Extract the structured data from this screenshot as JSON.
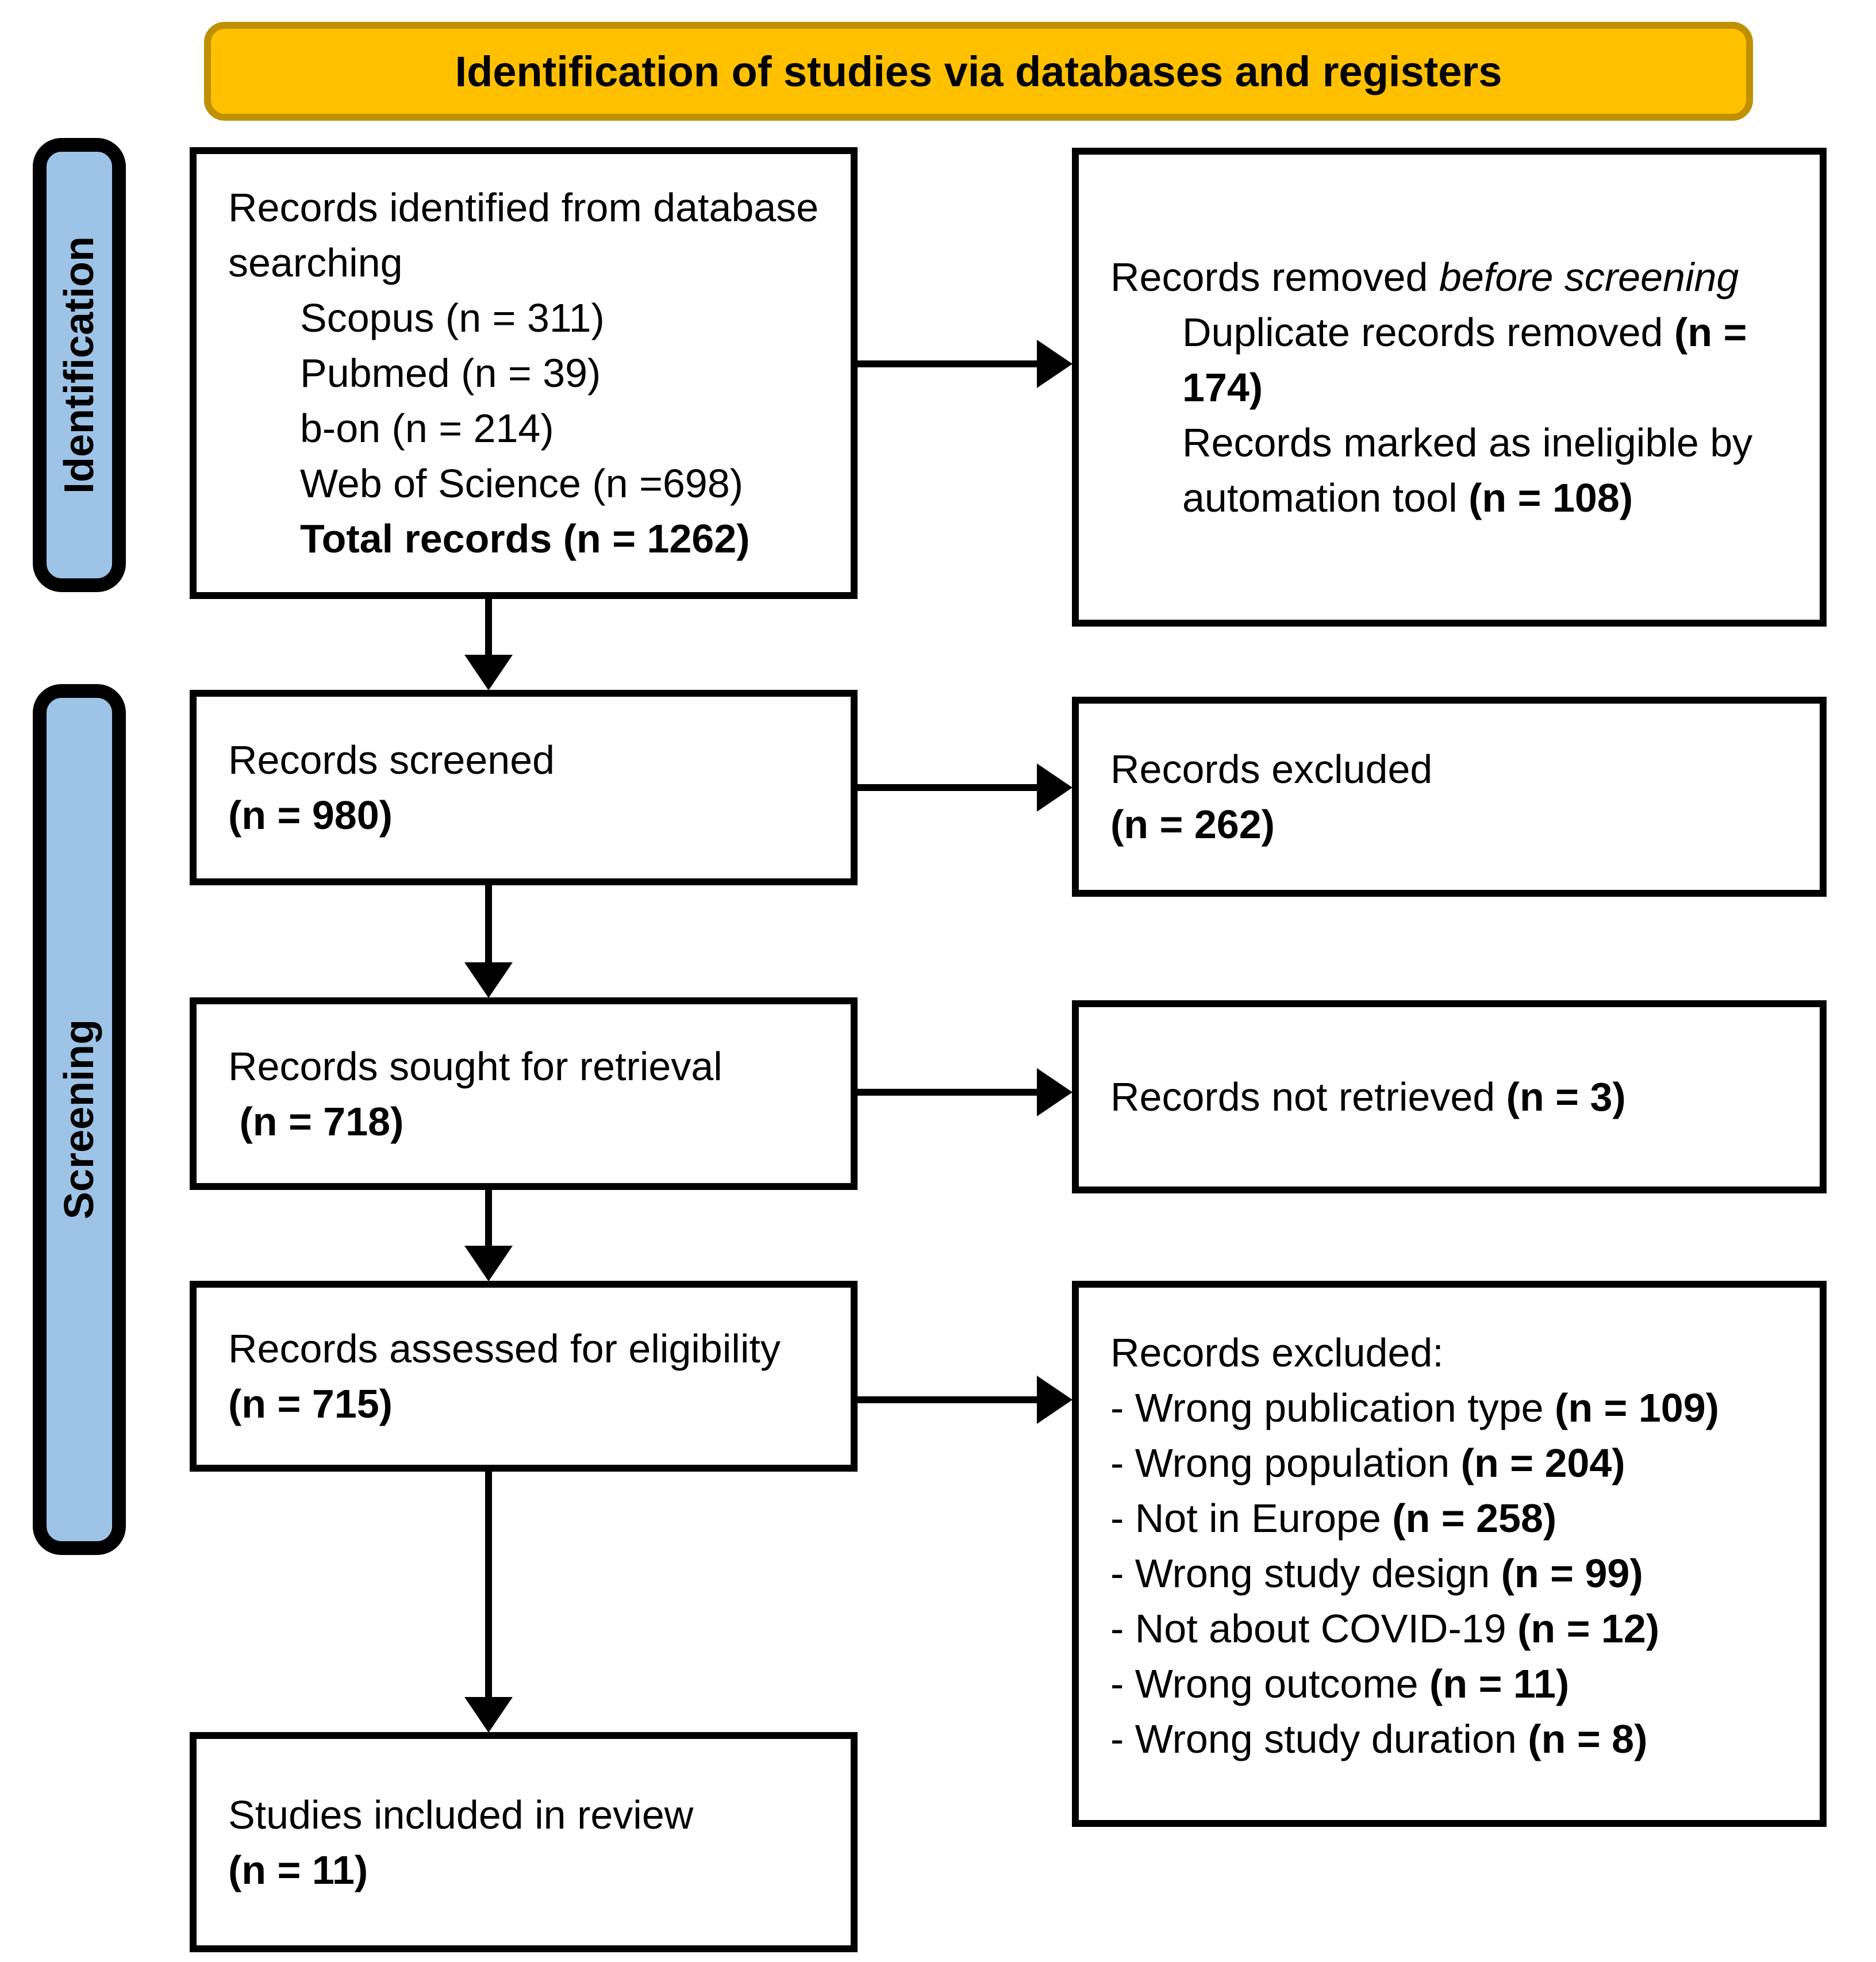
{
  "banner": {
    "title": "Identification of studies via databases and registers"
  },
  "sidebar": {
    "identification": "Identification",
    "screening": "Screening"
  },
  "colors": {
    "banner_fill": "#FFC000",
    "banner_border": "#BF9000",
    "stage_fill": "#9DC3E6",
    "line": "#000000"
  },
  "boxes": {
    "identified": {
      "l0": "Records identified from database",
      "l1": "searching",
      "l2": "Scopus (n = 311)",
      "l3": "Pubmed (n = 39)",
      "l4": "b-on (n = 214)",
      "l5": "Web of Science (n =698)",
      "l6": "Total records (n = 1262)"
    },
    "removed": {
      "l0a": "Records removed ",
      "l0b": "before screening",
      "l1a": "Duplicate records removed ",
      "l1b": "(n =",
      "l2": "174)",
      "l3": "Records marked as ineligible by",
      "l4a": "automation tool ",
      "l4b": "(n = 108)"
    },
    "screened": {
      "l0": "Records screened",
      "l1": "(n = 980)"
    },
    "excluded": {
      "l0": "Records excluded",
      "l1": "(n = 262)"
    },
    "sought": {
      "l0": "Records sought for retrieval",
      "l1": " (n = 718)"
    },
    "not_retrieved": {
      "l0a": "Records not retrieved ",
      "l0b": "(n = 3)"
    },
    "assessed": {
      "l0": "Records assessed for eligibility",
      "l1": "(n = 715)"
    },
    "excluded_reasons": {
      "l0": "Records excluded:",
      "l1a": "- Wrong publication type ",
      "l1b": "(n = 109)",
      "l2a": "- Wrong population ",
      "l2b": "(n = 204)",
      "l3a": "- Not in Europe ",
      "l3b": "(n = 258)",
      "l4a": "- Wrong study design ",
      "l4b": "(n = 99)",
      "l5a": "- Not about COVID-19 ",
      "l5b": "(n = 12)",
      "l6a": "- Wrong outcome ",
      "l6b": "(n = 11)",
      "l7a": "- Wrong study duration ",
      "l7b": "(n = 8)"
    },
    "included": {
      "l0": "Studies included in review",
      "l1": "(n = 11)"
    }
  }
}
